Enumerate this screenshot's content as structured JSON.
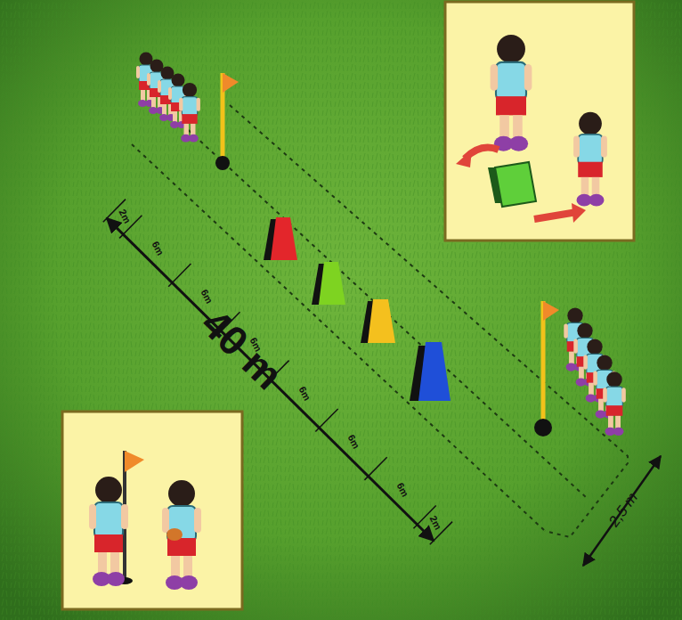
{
  "diagram": {
    "labels": [
      "40 m",
      "2,5 m",
      "2m",
      "6m",
      "6m",
      "6m",
      "6m",
      "6m",
      "6m",
      "2m"
    ]
  }
}
